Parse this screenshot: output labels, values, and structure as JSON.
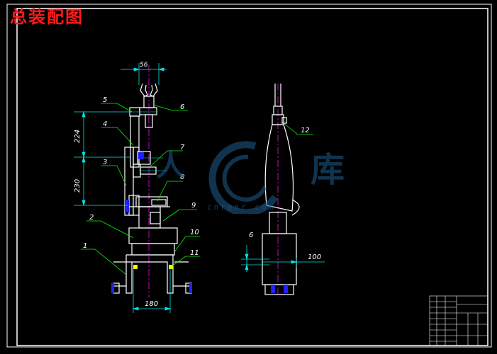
{
  "title": "总装配图",
  "watermark": {
    "chars": [
      "人",
      "库"
    ],
    "sub": "cnrenr.com"
  },
  "dimensions": {
    "top_width": "56",
    "upper_height": "224",
    "lower_height": "230",
    "base_span": "180",
    "side_offset": "6",
    "side_width": "100"
  },
  "part_labels": [
    "1",
    "2",
    "3",
    "4",
    "5",
    "6",
    "7",
    "8",
    "9",
    "10",
    "11",
    "12"
  ],
  "colors": {
    "background": "#000000",
    "outline": "#ffffff",
    "dimension": "#00e5e5",
    "leader": "#00ff00",
    "center_line": "#ff00ff",
    "part_fill": "#2020ff",
    "title": "#ff1a1a",
    "accent": "#ffff00"
  }
}
